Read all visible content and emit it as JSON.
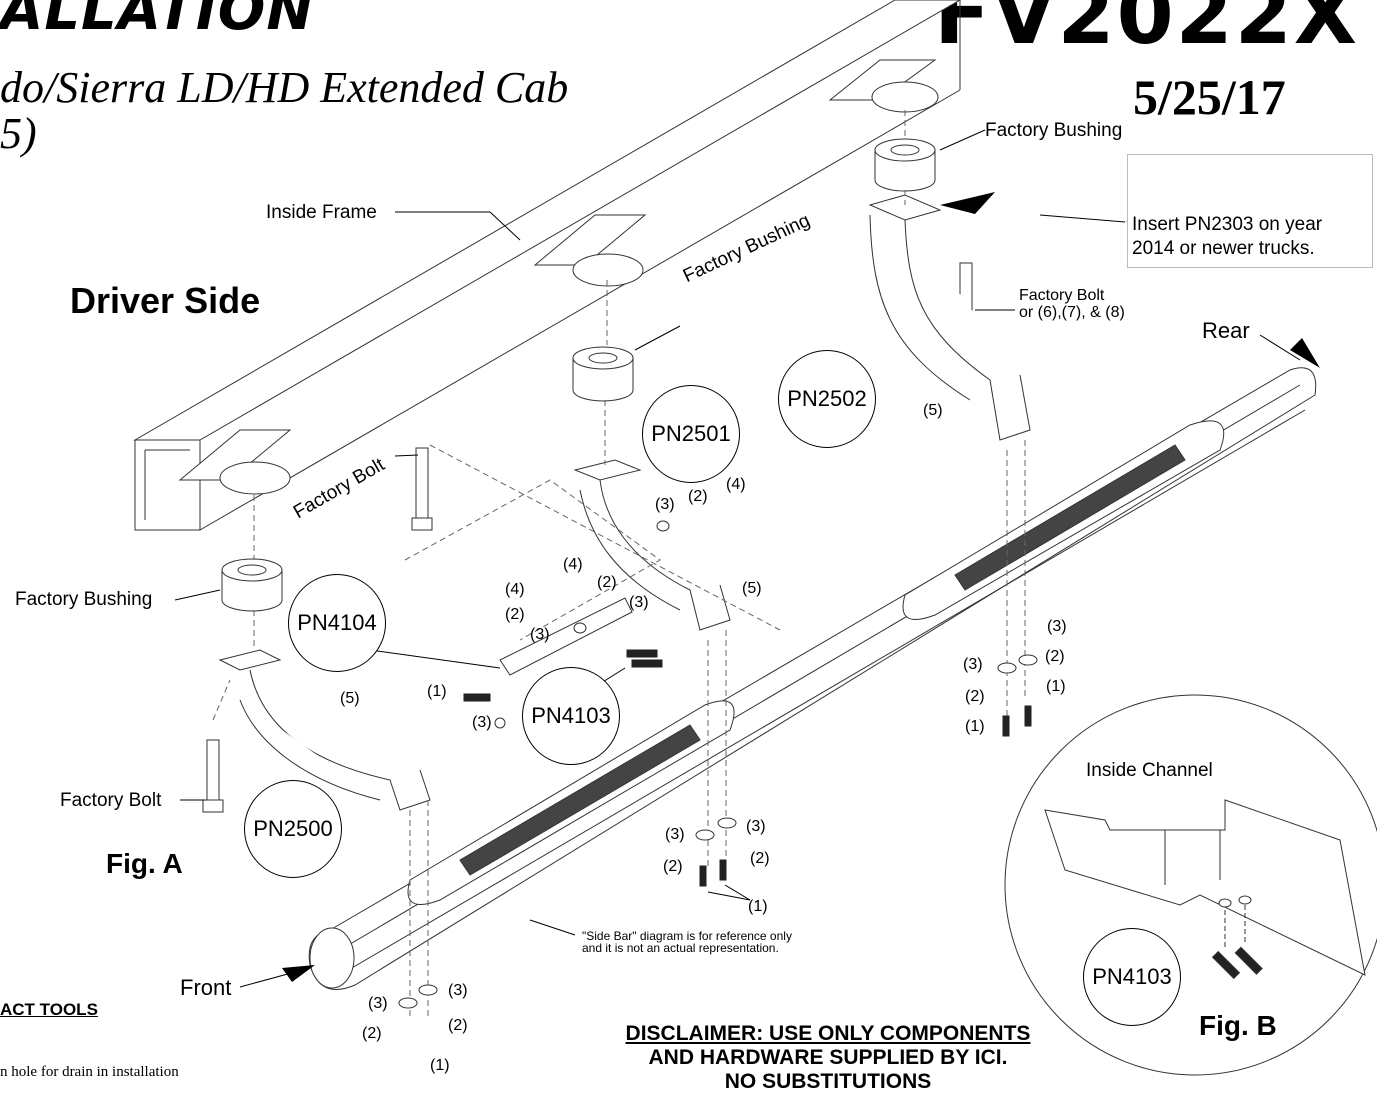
{
  "header": {
    "title": "ALLATION",
    "subtitle_line1": "do/Sierra LD/HD Extended Cab",
    "subtitle_line2": "5)",
    "part_number": "FV2022X",
    "date": "5/25/17"
  },
  "side_label": "Driver Side",
  "labels": {
    "inside_frame": "Inside Frame",
    "factory_bushing_top": "Factory Bushing",
    "factory_bushing_mid": "Factory Bushing",
    "factory_bushing_left": "Factory Bushing",
    "factory_bolt_upper": "Factory Bolt",
    "factory_bolt_right_line1": "Factory Bolt",
    "factory_bolt_right_line2": "or (6),(7), & (8)",
    "factory_bolt_left": "Factory Bolt",
    "rear": "Rear",
    "front": "Front",
    "inside_channel": "Inside Channel"
  },
  "parts": {
    "pn2500": "PN2500",
    "pn2501": "PN2501",
    "pn2502": "PN2502",
    "pn4103": "PN4103",
    "pn4104": "PN4104",
    "pn4103_b": "PN4103"
  },
  "hardware_callouts": {
    "c1": "(1)",
    "c2": "(2)",
    "c3": "(3)",
    "c4": "(4)",
    "c5": "(5)"
  },
  "insert_note": {
    "line1": "Insert PN2303 on year",
    "line2": "2014 or newer trucks."
  },
  "figures": {
    "fig_a": "Fig. A",
    "fig_b": "Fig. B"
  },
  "reference_note": {
    "line1": "\"Side Bar\" diagram is for reference only",
    "line2": "and it is not an actual representation."
  },
  "disclaimer": {
    "line1": "DISCLAIMER: USE ONLY COMPONENTS",
    "line2": "AND HARDWARE SUPPLIED BY ICI.",
    "line3": "NO SUBSTITUTIONS"
  },
  "tools_heading": "ACT TOOLS",
  "bottom_text": "n hole for drain in installation"
}
